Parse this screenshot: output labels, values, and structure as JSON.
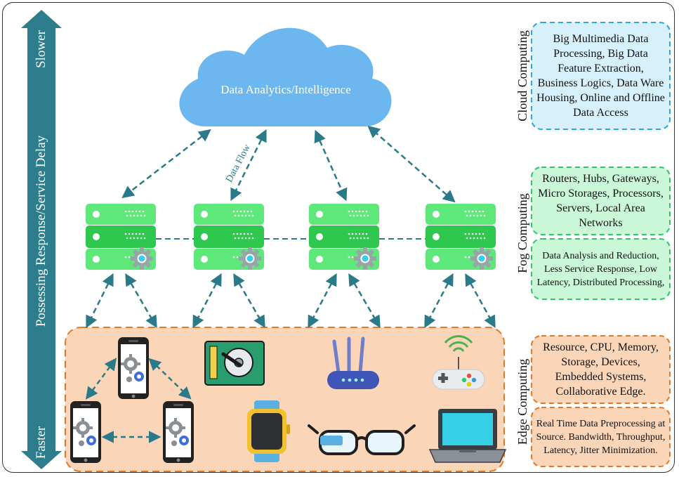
{
  "delay_axis": {
    "top_label": "Slower",
    "middle_label": "Possessing Response/Service Delay",
    "bottom_label": "Faster"
  },
  "cloud": {
    "label": "Data Analytics/Intelligence"
  },
  "data_flow_label": "Data Flow",
  "layers": {
    "cloud": {
      "title": "Cloud Computing",
      "panel_text": "Big Multimedia Data Processing, Big Data Feature Extraction, Business Logics, Data Ware Housing, Online and Offline Data Access"
    },
    "fog": {
      "title": "Fog Computing",
      "panel_text_1": "Routers, Hubs, Gateways, Micro Storages, Processors, Servers, Local Area Networks",
      "panel_text_2": "Data Analysis and Reduction, Less Service Response, Low Latency, Distributed Processing,"
    },
    "edge": {
      "title": "Edge Computing",
      "panel_text_1": "Resource, CPU, Memory, Storage, Devices, Embedded Systems, Collaborative Edge.",
      "panel_text_2": "Real Time Data Preprocessing at Source. Bandwidth, Throughput, Latency, Jitter Minimization."
    }
  },
  "colors": {
    "axis": "#2e7d8c",
    "cloud_fill": "#6cb7f0",
    "server_light": "#5fe87a",
    "server_dark": "#2ec84f",
    "edge_fill": "#fbd5b8",
    "edge_border": "#e07a2a",
    "cloud_panel_fill": "#d6f0fc",
    "cloud_panel_border": "#2aa6e0",
    "fog_panel_fill": "#c9f7d8",
    "fog_panel_border": "#2ec86a",
    "edge_panel_fill": "#fbd5b8",
    "edge_panel_border": "#e07a2a",
    "arrow": "#2a7a8a"
  },
  "icons": [
    "server-icon",
    "gear-icon",
    "smartphone-icon",
    "hard-drive-icon",
    "router-icon",
    "gamepad-icon",
    "smartwatch-icon",
    "smart-glasses-icon",
    "laptop-icon"
  ]
}
